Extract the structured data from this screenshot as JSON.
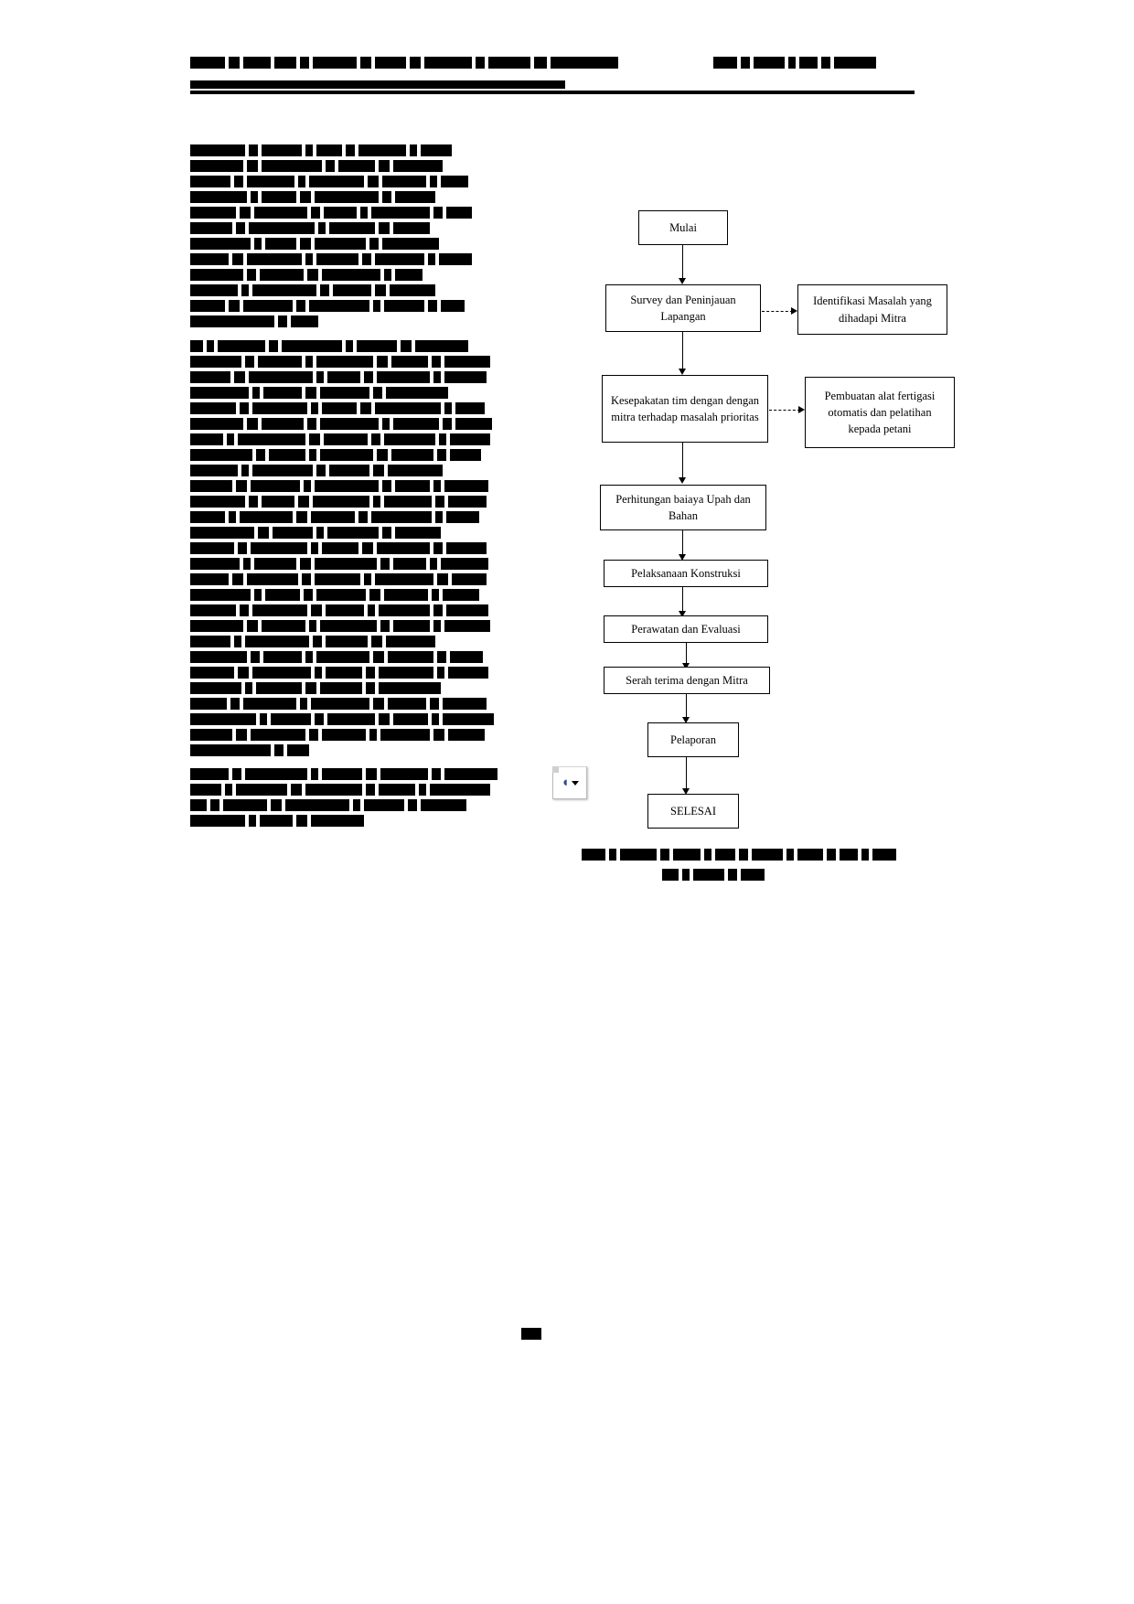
{
  "document": {
    "page_background": "#ffffff",
    "text_color": "#000000",
    "header": {
      "left_redacted_widths": [
        38,
        12,
        30,
        24,
        10,
        48,
        12,
        34,
        12,
        52,
        10,
        46,
        14,
        74
      ],
      "right_redacted_widths": [
        26,
        10,
        34,
        8,
        20,
        10,
        46
      ],
      "rule_note": "horizontal rule under header"
    },
    "left_column": {
      "paragraph_1_lines": [
        [
          60,
          10,
          44,
          8,
          28,
          10,
          52,
          8,
          34
        ],
        [
          58,
          12,
          66,
          10,
          40,
          12,
          54
        ],
        [
          44,
          10,
          52,
          8,
          60,
          12,
          48,
          8,
          30
        ],
        [
          62,
          8,
          38,
          12,
          70,
          10,
          44
        ],
        [
          50,
          12,
          58,
          10,
          36,
          8,
          64,
          10,
          28
        ],
        [
          46,
          10,
          72,
          8,
          50,
          12,
          40
        ],
        [
          66,
          8,
          34,
          12,
          56,
          10,
          62
        ],
        [
          42,
          12,
          60,
          8,
          46,
          10,
          54,
          8,
          36
        ],
        [
          58,
          10,
          48,
          12,
          64,
          8,
          30
        ],
        [
          52,
          8,
          70,
          10,
          42,
          12,
          50
        ],
        [
          38,
          12,
          54,
          10,
          66,
          8,
          44,
          10,
          26
        ],
        [
          92,
          10,
          30
        ]
      ],
      "paragraph_2_lines": [
        [
          14,
          8,
          52,
          10,
          66,
          8,
          44,
          12,
          58
        ],
        [
          56,
          10,
          48,
          8,
          62,
          12,
          40,
          10,
          50
        ],
        [
          44,
          12,
          70,
          8,
          36,
          10,
          58,
          8,
          46
        ],
        [
          64,
          8,
          42,
          12,
          54,
          10,
          68
        ],
        [
          50,
          10,
          60,
          8,
          38,
          12,
          72,
          8,
          32
        ],
        [
          58,
          12,
          46,
          10,
          64,
          8,
          50,
          10,
          40
        ],
        [
          36,
          8,
          74,
          12,
          48,
          10,
          56,
          8,
          44
        ],
        [
          68,
          10,
          40,
          8,
          58,
          12,
          46,
          10,
          34
        ],
        [
          52,
          8,
          66,
          10,
          44,
          12,
          60
        ],
        [
          46,
          12,
          54,
          8,
          70,
          10,
          38,
          8,
          48
        ],
        [
          60,
          10,
          36,
          12,
          62,
          8,
          52,
          10,
          42
        ],
        [
          38,
          8,
          58,
          12,
          48,
          10,
          66,
          8,
          36
        ],
        [
          70,
          12,
          44,
          8,
          56,
          10,
          50
        ],
        [
          48,
          10,
          62,
          8,
          40,
          12,
          58,
          10,
          44
        ],
        [
          54,
          8,
          46,
          12,
          68,
          10,
          36,
          8,
          52
        ],
        [
          42,
          12,
          56,
          10,
          50,
          8,
          64,
          12,
          38
        ],
        [
          66,
          8,
          38,
          10,
          54,
          12,
          48,
          8,
          40
        ],
        [
          50,
          10,
          60,
          12,
          42,
          8,
          56,
          10,
          46
        ],
        [
          58,
          12,
          48,
          8,
          62,
          10,
          40,
          8,
          50
        ],
        [
          44,
          8,
          70,
          10,
          46,
          12,
          54
        ],
        [
          62,
          10,
          42,
          8,
          58,
          12,
          50,
          10,
          36
        ],
        [
          48,
          12,
          64,
          8,
          40,
          10,
          60,
          8,
          44
        ],
        [
          56,
          8,
          50,
          12,
          46,
          10,
          68
        ],
        [
          40,
          10,
          58,
          8,
          64,
          12,
          42,
          10,
          48
        ],
        [
          72,
          8,
          44,
          10,
          52,
          12,
          38,
          8,
          56
        ],
        [
          46,
          12,
          60,
          10,
          48,
          8,
          54,
          12,
          40
        ],
        [
          88,
          10,
          24
        ]
      ],
      "paragraph_3_lines": [
        [
          42,
          10,
          68,
          8,
          44,
          12,
          52,
          10,
          58
        ],
        [
          34,
          8,
          56,
          12,
          62,
          10,
          40,
          8,
          66
        ],
        [
          18,
          10,
          48,
          12,
          70,
          8,
          44,
          10,
          50
        ],
        [
          60,
          8,
          36,
          12,
          58
        ]
      ]
    },
    "flowchart": {
      "type": "process-flow",
      "nodes": [
        {
          "id": "mulai",
          "label": "Mulai",
          "column": "main"
        },
        {
          "id": "survey",
          "label": "Survey dan Peninjauan Lapangan",
          "column": "main"
        },
        {
          "id": "identifikasi",
          "label": "Identifikasi Masalah yang dihadapi Mitra",
          "column": "side"
        },
        {
          "id": "kesepakatan",
          "label": "Kesepakatan tim dengan dengan mitra terhadap masalah prioritas",
          "column": "main"
        },
        {
          "id": "pembuatan",
          "label": "Pembuatan alat fertigasi otomatis dan pelatihan kepada petani",
          "column": "side"
        },
        {
          "id": "perhitungan",
          "label": "Perhitungan baiaya Upah dan Bahan",
          "column": "main"
        },
        {
          "id": "pelaksanaan",
          "label": "Pelaksanaan Konstruksi",
          "column": "main"
        },
        {
          "id": "perawatan",
          "label": "Perawatan dan Evaluasi",
          "column": "main"
        },
        {
          "id": "serahterima",
          "label": "Serah terima dengan Mitra",
          "column": "main"
        },
        {
          "id": "pelaporan",
          "label": "Pelaporan",
          "column": "main"
        },
        {
          "id": "selesai",
          "label": "SELESAI",
          "column": "main"
        }
      ],
      "edges": [
        {
          "from": "mulai",
          "to": "survey",
          "style": "solid",
          "direction": "down"
        },
        {
          "from": "survey",
          "to": "identifikasi",
          "style": "dashed",
          "direction": "right"
        },
        {
          "from": "survey",
          "to": "kesepakatan",
          "style": "solid",
          "direction": "down"
        },
        {
          "from": "kesepakatan",
          "to": "pembuatan",
          "style": "dashed",
          "direction": "right"
        },
        {
          "from": "kesepakatan",
          "to": "perhitungan",
          "style": "solid",
          "direction": "down"
        },
        {
          "from": "perhitungan",
          "to": "pelaksanaan",
          "style": "solid",
          "direction": "down"
        },
        {
          "from": "pelaksanaan",
          "to": "perawatan",
          "style": "solid",
          "direction": "down"
        },
        {
          "from": "perawatan",
          "to": "serahterima",
          "style": "solid",
          "direction": "down"
        },
        {
          "from": "serahterima",
          "to": "pelaporan",
          "style": "solid",
          "direction": "down"
        },
        {
          "from": "pelaporan",
          "to": "selesai",
          "style": "solid",
          "direction": "down"
        }
      ]
    },
    "smart_tag": {
      "glyph": "◖",
      "caret": "▼",
      "tooltip_absent": true
    },
    "caption": {
      "line1_redacted_widths": [
        26,
        8,
        40,
        10,
        30,
        8,
        22,
        10,
        34,
        8,
        28,
        10,
        20,
        8,
        26
      ],
      "line2_redacted_widths": [
        18,
        8,
        34,
        10,
        26
      ]
    },
    "footer": {
      "page_number_redacted_widths": [
        22
      ]
    }
  }
}
